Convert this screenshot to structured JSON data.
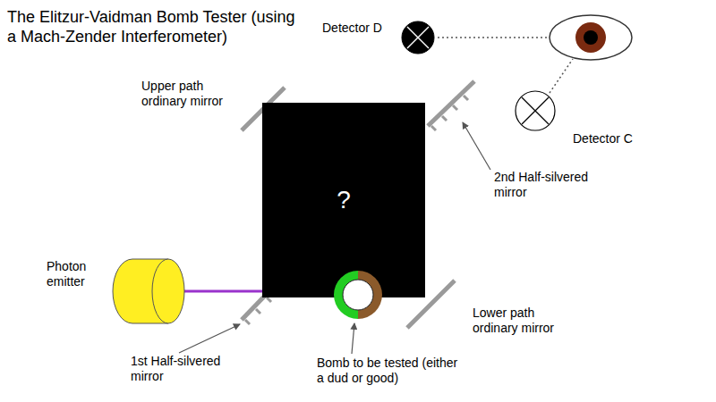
{
  "diagram": {
    "title": "The Elitzur-Vaidman Bomb Tester (using a Mach-Zender Interferometer)",
    "nodes": [
      {
        "text": [
          "Detector D"
        ]
      },
      {
        "text": [
          "Detector C"
        ]
      },
      {
        "text": [
          "?"
        ]
      },
      {
        "text": [
          "Photon emitter"
        ]
      }
    ],
    "labels": [
      "Upper path ordinary mirror",
      "2nd Half-silvered mirror",
      "1st Half-silvered mirror",
      "Bomb to be tested (either a dud or good)",
      "Lower path ordinary mirror"
    ]
  }
}
